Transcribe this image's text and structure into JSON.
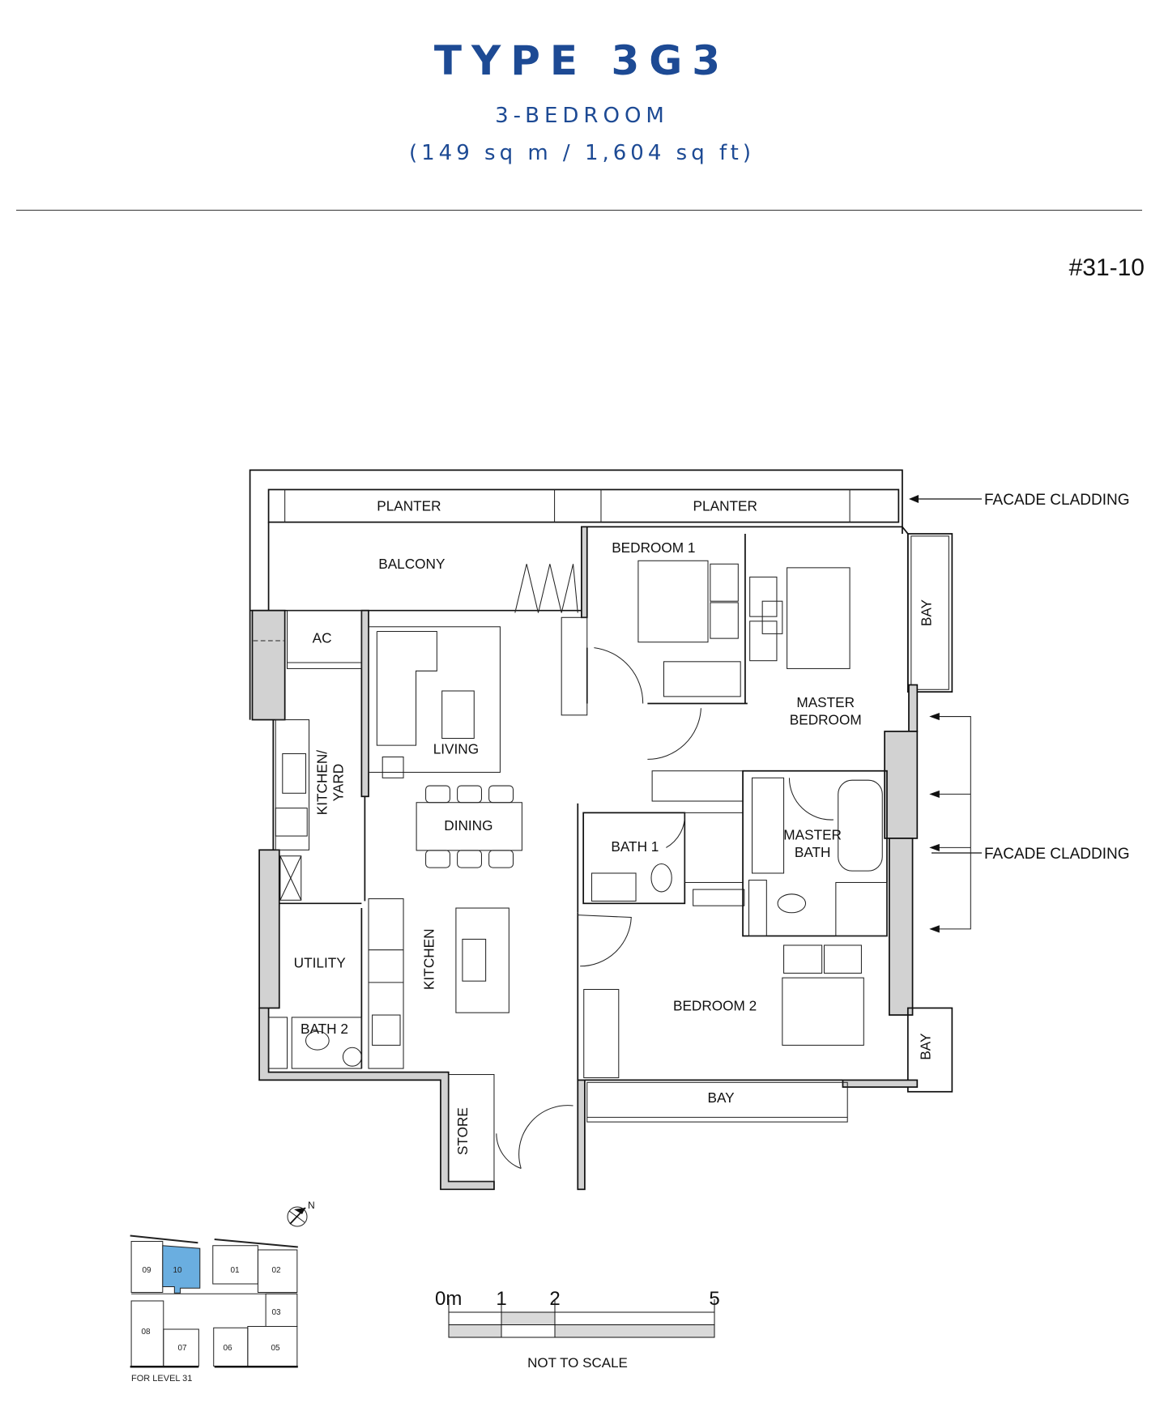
{
  "header": {
    "title": "TYPE 3G3",
    "subtitle": "3-BEDROOM",
    "area": "(149 sq m / 1,604 sq ft)",
    "unit_number": "#31-10"
  },
  "rooms": {
    "planter_left": "PLANTER",
    "planter_right": "PLANTER",
    "balcony": "BALCONY",
    "bedroom1": "BEDROOM  1",
    "bay_top": "BAY",
    "ac": "AC",
    "master_bedroom_1": "MASTER",
    "master_bedroom_2": "BEDROOM",
    "living": "LIVING",
    "kitchen_yard_1": "KITCHEN/",
    "kitchen_yard_2": "YARD",
    "dining": "DINING",
    "bath1": "BATH  1",
    "master_bath_1": "MASTER",
    "master_bath_2": "BATH",
    "kitchen": "KITCHEN",
    "utility": "UTILITY",
    "bedroom2": "BEDROOM  2",
    "bath2": "BATH  2",
    "bay_bottom": "BAY",
    "bay_right": "BAY",
    "store": "STORE"
  },
  "annotations": {
    "facade_top": "FACADE CLADDING",
    "facade_right": "FACADE CLADDING"
  },
  "key_plan": {
    "units": [
      "09",
      "10",
      "01",
      "02",
      "03",
      "08",
      "07",
      "06",
      "05"
    ],
    "highlighted_unit": "10",
    "highlight_color": "#6aaee0",
    "caption": "FOR LEVEL 31",
    "north": "N"
  },
  "scale_bar": {
    "ticks": [
      "0m",
      "1",
      "2",
      "5"
    ],
    "note": "NOT TO SCALE"
  },
  "colors": {
    "title": "#1d4a94",
    "wall_fill": "#d2d2d2"
  }
}
